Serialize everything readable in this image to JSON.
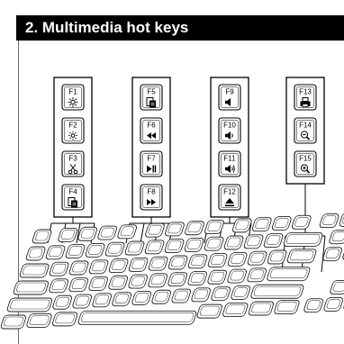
{
  "header": {
    "title": "2. Multimedia hot keys"
  },
  "groups": [
    {
      "name": "display-group",
      "keys": [
        {
          "label": "F1",
          "icon": "brightness-up-icon"
        },
        {
          "label": "F2",
          "icon": "brightness-down-icon"
        },
        {
          "label": "F3",
          "icon": "cut-icon"
        },
        {
          "label": "F4",
          "icon": "paste-icon"
        }
      ]
    },
    {
      "name": "playback-group",
      "keys": [
        {
          "label": "F5",
          "icon": "copy-icon"
        },
        {
          "label": "F6",
          "icon": "rewind-icon"
        },
        {
          "label": "F7",
          "icon": "play-pause-icon"
        },
        {
          "label": "F8",
          "icon": "fast-forward-icon"
        }
      ]
    },
    {
      "name": "volume-group",
      "keys": [
        {
          "label": "F9",
          "icon": "mute-icon"
        },
        {
          "label": "F10",
          "icon": "volume-down-icon"
        },
        {
          "label": "F11",
          "icon": "volume-up-icon"
        },
        {
          "label": "F12",
          "icon": "eject-icon"
        }
      ]
    },
    {
      "name": "tools-group",
      "keys": [
        {
          "label": "F13",
          "icon": "print-icon"
        },
        {
          "label": "F14",
          "icon": "zoom-out-icon"
        },
        {
          "label": "F15",
          "icon": "zoom-in-icon"
        }
      ]
    }
  ]
}
